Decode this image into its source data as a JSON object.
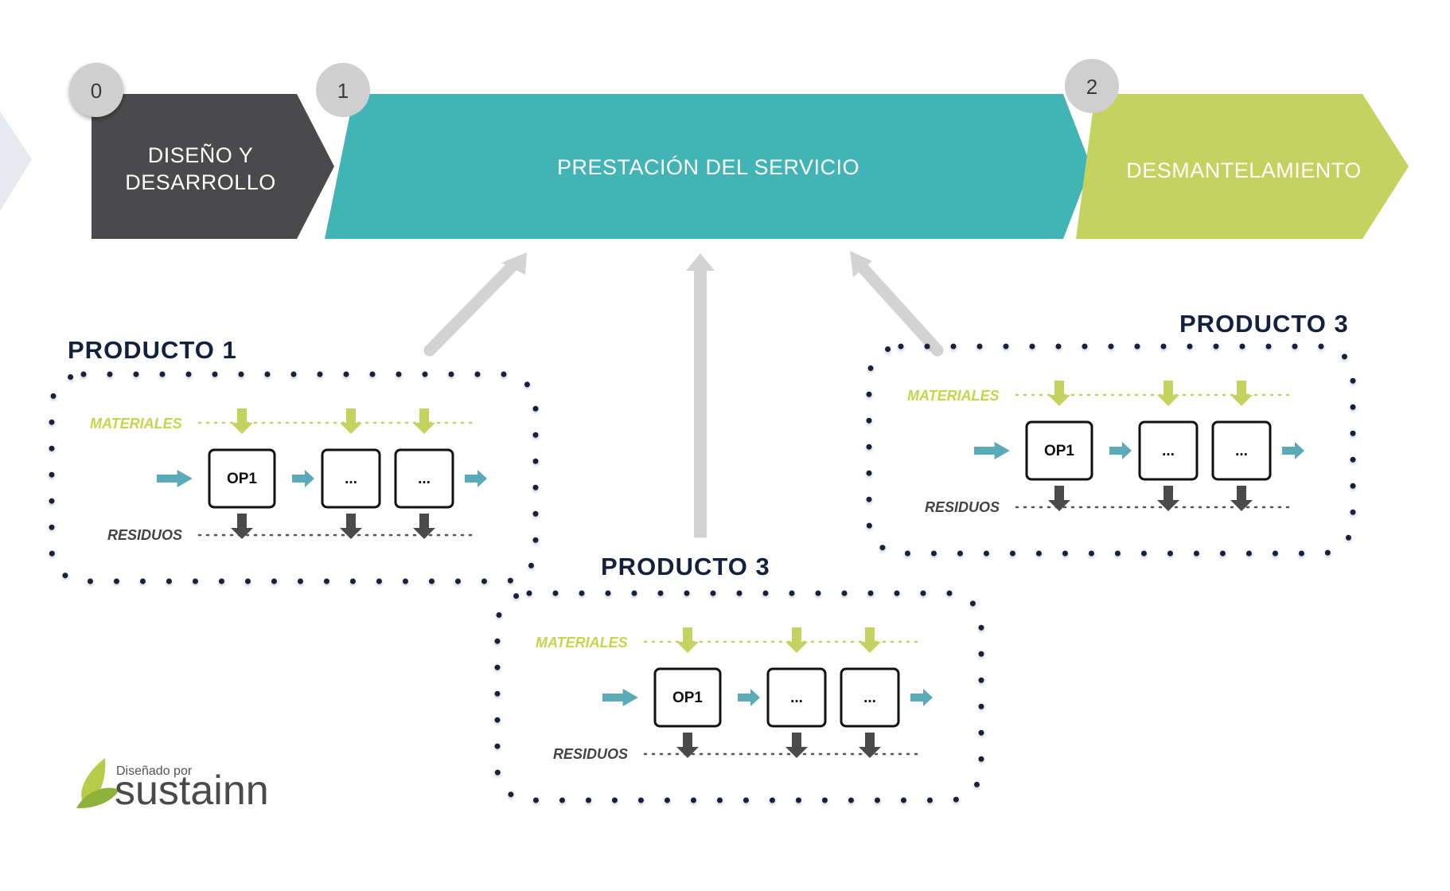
{
  "phases": [
    {
      "number": "0",
      "label_line1": "DISEÑO Y",
      "label_line2": "DESARROLLO",
      "color": "#4a4a4c"
    },
    {
      "number": "1",
      "label_line1": "PRESTACIÓN DEL SERVICIO",
      "color": "#43b4b6"
    },
    {
      "number": "2",
      "label_line1": "DESMANTELAMIENTO",
      "color": "#c4d35f"
    }
  ],
  "products": [
    {
      "title": "PRODUCTO 1",
      "materials_label": "MATERIALES",
      "waste_label": "RESIDUOS",
      "operations": [
        "OP1",
        "...",
        "..."
      ]
    },
    {
      "title": "PRODUCTO 3",
      "materials_label": "MATERIALES",
      "waste_label": "RESIDUOS",
      "operations": [
        "OP1",
        "...",
        "..."
      ]
    },
    {
      "title": "PRODUCTO 3",
      "materials_label": "MATERIALES",
      "waste_label": "RESIDUOS",
      "operations": [
        "OP1",
        "...",
        "..."
      ]
    }
  ],
  "logo": {
    "tagline": "Diseñado por",
    "name": "sustainn"
  },
  "colors": {
    "inflow_arrow": "#5aaab8",
    "material_arrow": "#c4d35f",
    "waste_arrow": "#4a4a4a",
    "connector_arrow": "#d3d3d3",
    "dot_border": "#14213d"
  }
}
